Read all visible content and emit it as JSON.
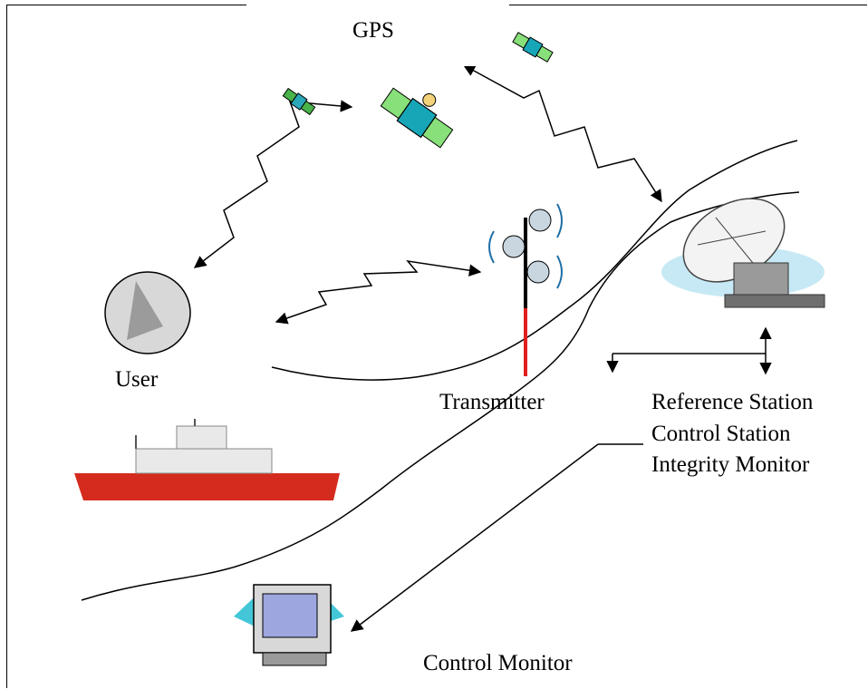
{
  "diagram": {
    "gps_label": "GPS",
    "user_label": "User",
    "transmitter_label": "Transmitter",
    "reference_station_label": "Reference Station",
    "control_station_label": "Control Station",
    "integrity_monitor_label": "Integrity Monitor",
    "control_monitor_label": "Control Monitor"
  },
  "icons": [
    "satellite-icon",
    "dish-antenna-icon",
    "radio-tower-icon",
    "user-receiver-icon",
    "ship-icon",
    "computer-monitor-icon"
  ]
}
